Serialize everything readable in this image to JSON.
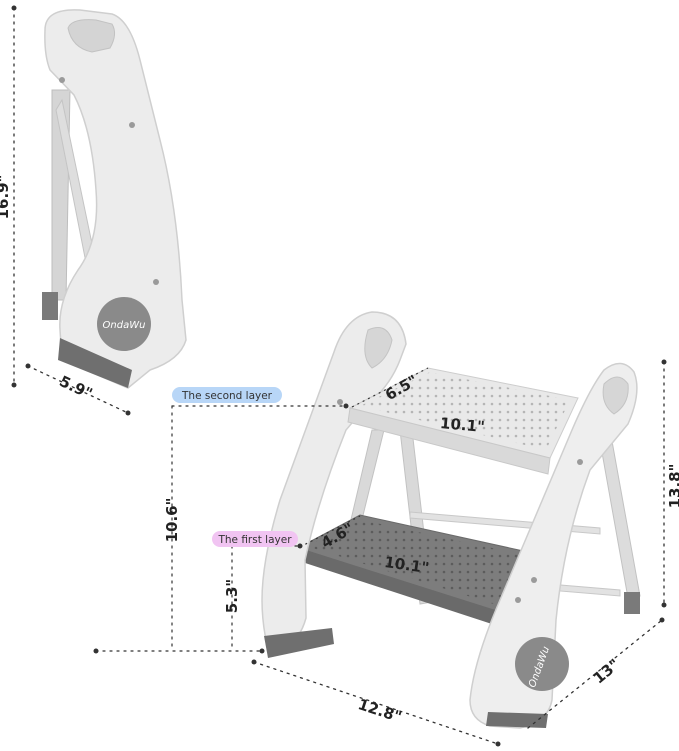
{
  "dimensions": {
    "folded_height": "16.9\"",
    "folded_depth": "5.9\"",
    "total_height": "13.8\"",
    "depth": "13\"",
    "width": "12.8\"",
    "second_layer_height": "10.6\"",
    "first_layer_height": "5.3\"",
    "second_step_depth": "6.5\"",
    "second_step_width": "10.1\"",
    "first_step_depth": "4.6\"",
    "first_step_width": "10.1\""
  },
  "labels": {
    "second_layer": "The second layer",
    "first_layer": "The first layer"
  },
  "brand": {
    "logo_text": "OndaWu"
  },
  "colors": {
    "body_white": "#ececec",
    "step_gray": "#7d7d7d",
    "dark_gray": "#6f6f6f",
    "logo_circle": "#8a8a8a",
    "second_layer_pill": "#b8d6f7",
    "first_layer_pill": "#f1c4f2",
    "dimension_line": "#333333"
  }
}
